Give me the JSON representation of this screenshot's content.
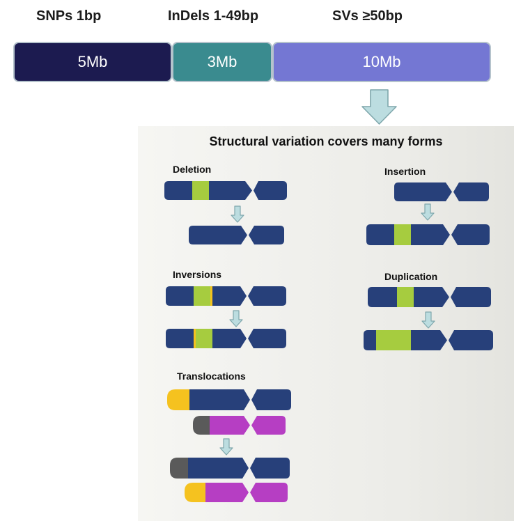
{
  "header": {
    "snps": "SNPs  1bp",
    "indels": "InDels  1-49bp",
    "svs": "SVs  ≥50bp"
  },
  "bars": {
    "snps": "5Mb",
    "indels": "3Mb",
    "svs": "10Mb"
  },
  "panel": {
    "title": "Structural variation covers many forms",
    "deletion": "Deletion",
    "insertion": "Insertion",
    "inversions": "Inversions",
    "duplication": "Duplication",
    "translocations": "Translocations"
  },
  "colors": {
    "snps": "#1c1b50",
    "indels": "#3a8b8f",
    "svs": "#7477d3",
    "chromosome": "#27407a",
    "green": "#a6cc3f",
    "yellow": "#f5c21f",
    "magenta": "#b63ec3",
    "gray": "#5a5a5a",
    "arrow": "#bcdde0",
    "arrow_stroke": "#7fa7ac"
  }
}
